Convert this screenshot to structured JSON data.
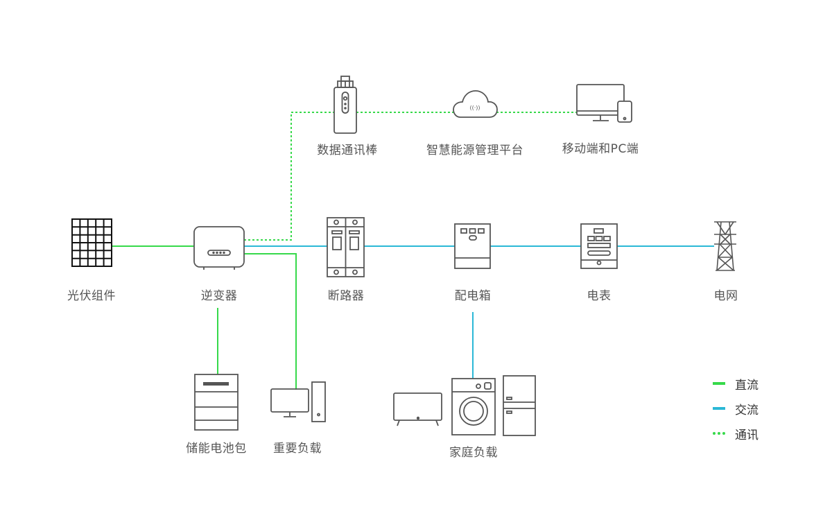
{
  "colors": {
    "dc": "#36d94a",
    "ac": "#2bb8d6",
    "comm": "#36d94a",
    "device": "#555555"
  },
  "labels": {
    "pv": "光伏组件",
    "inverter": "逆变器",
    "breaker": "断路器",
    "distribution_box": "配电箱",
    "meter": "电表",
    "grid": "电网",
    "data_stick": "数据通讯棒",
    "platform": "智慧能源管理平台",
    "terminals": "移动端和PC端",
    "battery": "储能电池包",
    "critical_load": "重要负载",
    "home_load": "家庭负载"
  },
  "legend": [
    {
      "key": "dc",
      "label": "直流",
      "style": "solid"
    },
    {
      "key": "ac",
      "label": "交流",
      "style": "solid"
    },
    {
      "key": "comm",
      "label": "通讯",
      "style": "dotted"
    }
  ]
}
